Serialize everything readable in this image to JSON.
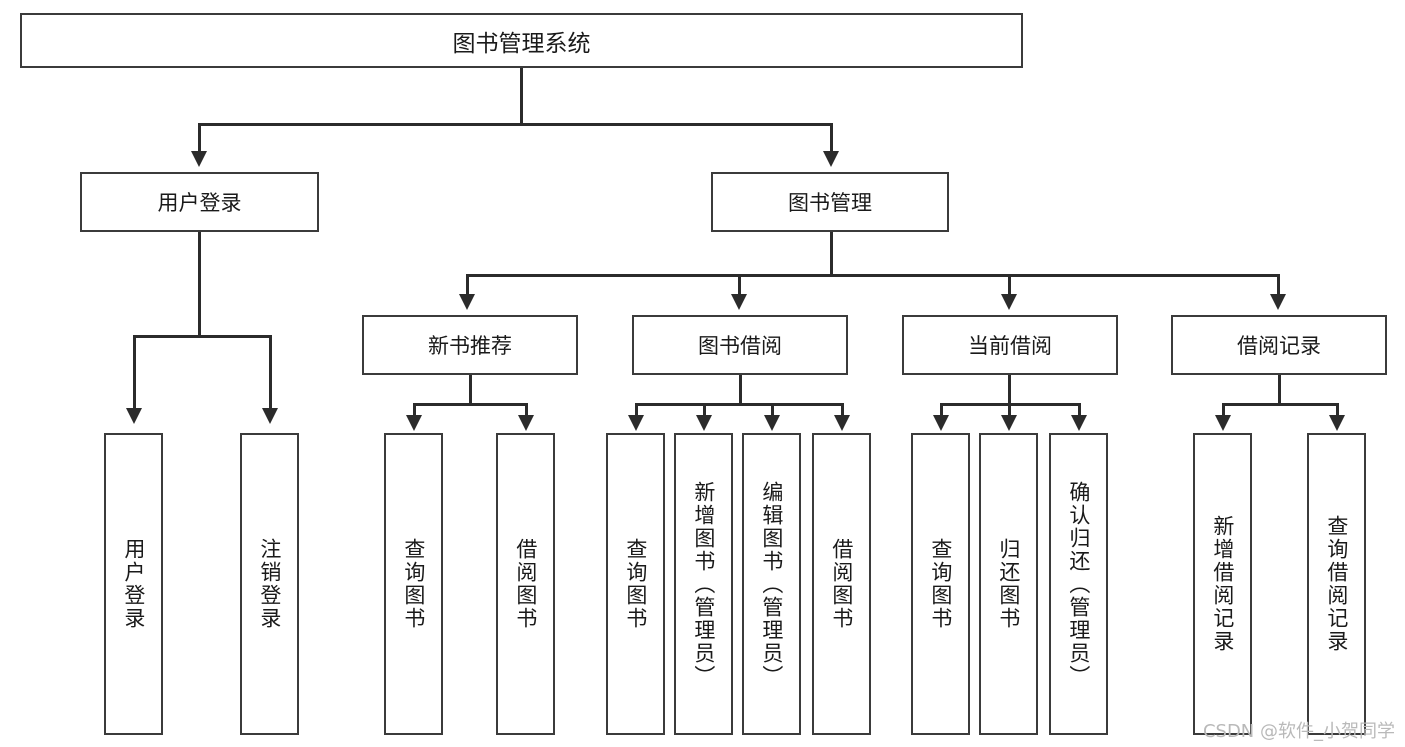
{
  "diagram": {
    "type": "tree-hierarchy",
    "title": "图书管理系统",
    "root": {
      "id": "root",
      "label": "图书管理系统"
    },
    "level2": [
      {
        "id": "user-login",
        "label": "用户登录"
      },
      {
        "id": "book-manage",
        "label": "图书管理"
      }
    ],
    "level3": [
      {
        "id": "new-book-recommend",
        "label": "新书推荐",
        "parent": "book-manage"
      },
      {
        "id": "book-borrow",
        "label": "图书借阅",
        "parent": "book-manage"
      },
      {
        "id": "current-borrow",
        "label": "当前借阅",
        "parent": "book-manage"
      },
      {
        "id": "borrow-record",
        "label": "借阅记录",
        "parent": "book-manage"
      }
    ],
    "leaves": [
      {
        "id": "leaf-user-login",
        "label": "用户登录",
        "parent": "user-login"
      },
      {
        "id": "leaf-logout-login",
        "label": "注销登录",
        "parent": "user-login"
      },
      {
        "id": "leaf-query-book-1",
        "label": "查询图书",
        "parent": "new-book-recommend"
      },
      {
        "id": "leaf-borrow-book-1",
        "label": "借阅图书",
        "parent": "new-book-recommend"
      },
      {
        "id": "leaf-query-book-2",
        "label": "查询图书",
        "parent": "book-borrow"
      },
      {
        "id": "leaf-add-book",
        "label": "新增图书（管理员）",
        "parent": "book-borrow"
      },
      {
        "id": "leaf-edit-book",
        "label": "编辑图书（管理员）",
        "parent": "book-borrow"
      },
      {
        "id": "leaf-borrow-book-2",
        "label": "借阅图书",
        "parent": "book-borrow"
      },
      {
        "id": "leaf-query-book-3",
        "label": "查询图书",
        "parent": "current-borrow"
      },
      {
        "id": "leaf-return-book",
        "label": "归还图书",
        "parent": "current-borrow"
      },
      {
        "id": "leaf-confirm-return",
        "label": "确认归还（管理员）",
        "parent": "current-borrow"
      },
      {
        "id": "leaf-add-record",
        "label": "新增借阅记录",
        "parent": "borrow-record"
      },
      {
        "id": "leaf-query-record",
        "label": "查询借阅记录",
        "parent": "borrow-record"
      }
    ]
  },
  "watermark": {
    "text": "CSDN @软件_小贺同学"
  },
  "colors": {
    "stroke": "#3b3b3b",
    "connector": "#2b2b2b",
    "background": "#ffffff",
    "text": "#1a1a1a",
    "watermark": "#b9b9b9"
  }
}
